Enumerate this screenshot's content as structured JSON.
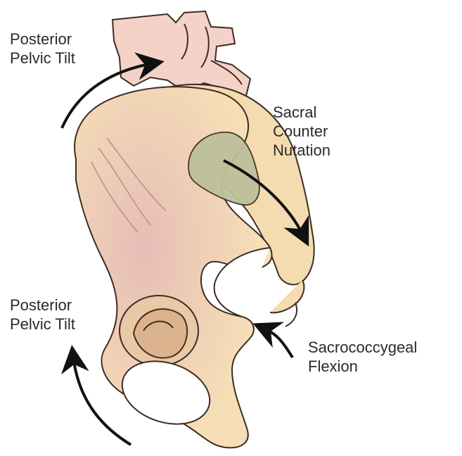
{
  "labels": {
    "posterior_tilt_top": [
      "Posterior",
      "Pelvic Tilt"
    ],
    "sacral_counter_nutation": [
      "Sacral",
      "Counter",
      "Nutation"
    ],
    "posterior_tilt_bottom": [
      "Posterior",
      "Pelvic Tilt"
    ],
    "sacrococcygeal_flexion": [
      "Sacrococcygeal",
      "Flexion"
    ]
  },
  "colors": {
    "bone_fill": "#f7dfb3",
    "bone_shade": "#e6b9b4",
    "bone_outline": "#3d2d22",
    "sacroiliac_joint": "#bcc09a",
    "arrow": "#111111",
    "text": "#2a2a2a"
  }
}
